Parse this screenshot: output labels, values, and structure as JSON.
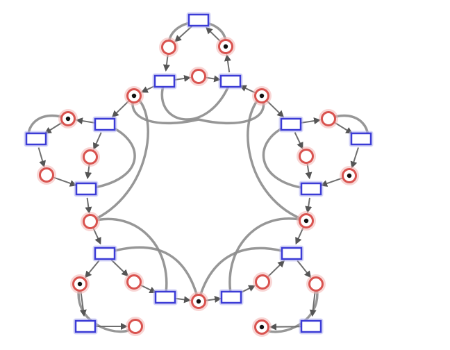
{
  "diagram": {
    "kind": "petri-net",
    "places": [
      {
        "id": "p01",
        "marked": false
      },
      {
        "id": "p02",
        "marked": true
      },
      {
        "id": "p03",
        "marked": false
      },
      {
        "id": "p04",
        "marked": true
      },
      {
        "id": "p05",
        "marked": true
      },
      {
        "id": "p06",
        "marked": true
      },
      {
        "id": "p07",
        "marked": false
      },
      {
        "id": "p08",
        "marked": false
      },
      {
        "id": "p09",
        "marked": false
      },
      {
        "id": "p10",
        "marked": false
      },
      {
        "id": "p11",
        "marked": true
      },
      {
        "id": "p12",
        "marked": false
      },
      {
        "id": "p13",
        "marked": true
      },
      {
        "id": "p14",
        "marked": true
      },
      {
        "id": "p15",
        "marked": false
      },
      {
        "id": "p16",
        "marked": false
      },
      {
        "id": "p17",
        "marked": true
      },
      {
        "id": "p18",
        "marked": false
      },
      {
        "id": "p19",
        "marked": true
      },
      {
        "id": "p20",
        "marked": false
      },
      {
        "id": "p21",
        "marked": false
      },
      {
        "id": "p22",
        "marked": true
      },
      {
        "id": "p23",
        "marked": false
      },
      {
        "id": "p24",
        "marked": false
      },
      {
        "id": "p25",
        "marked": false
      }
    ],
    "transitions": [
      {
        "id": "t01"
      },
      {
        "id": "t02"
      },
      {
        "id": "t03"
      },
      {
        "id": "t04"
      },
      {
        "id": "t05"
      },
      {
        "id": "t06"
      },
      {
        "id": "t07"
      },
      {
        "id": "t08"
      },
      {
        "id": "t09"
      },
      {
        "id": "t10"
      },
      {
        "id": "t11"
      },
      {
        "id": "t12"
      },
      {
        "id": "t13"
      },
      {
        "id": "t14"
      },
      {
        "id": "t15"
      },
      {
        "id": "t16"
      },
      {
        "id": "t17"
      },
      {
        "id": "t18"
      },
      {
        "id": "t19"
      },
      {
        "id": "t20"
      }
    ],
    "colors": {
      "place_border": "#d9534f",
      "token": "#111111",
      "transition_border": "#3b3bd6",
      "arc": "#8c8c8c"
    }
  }
}
